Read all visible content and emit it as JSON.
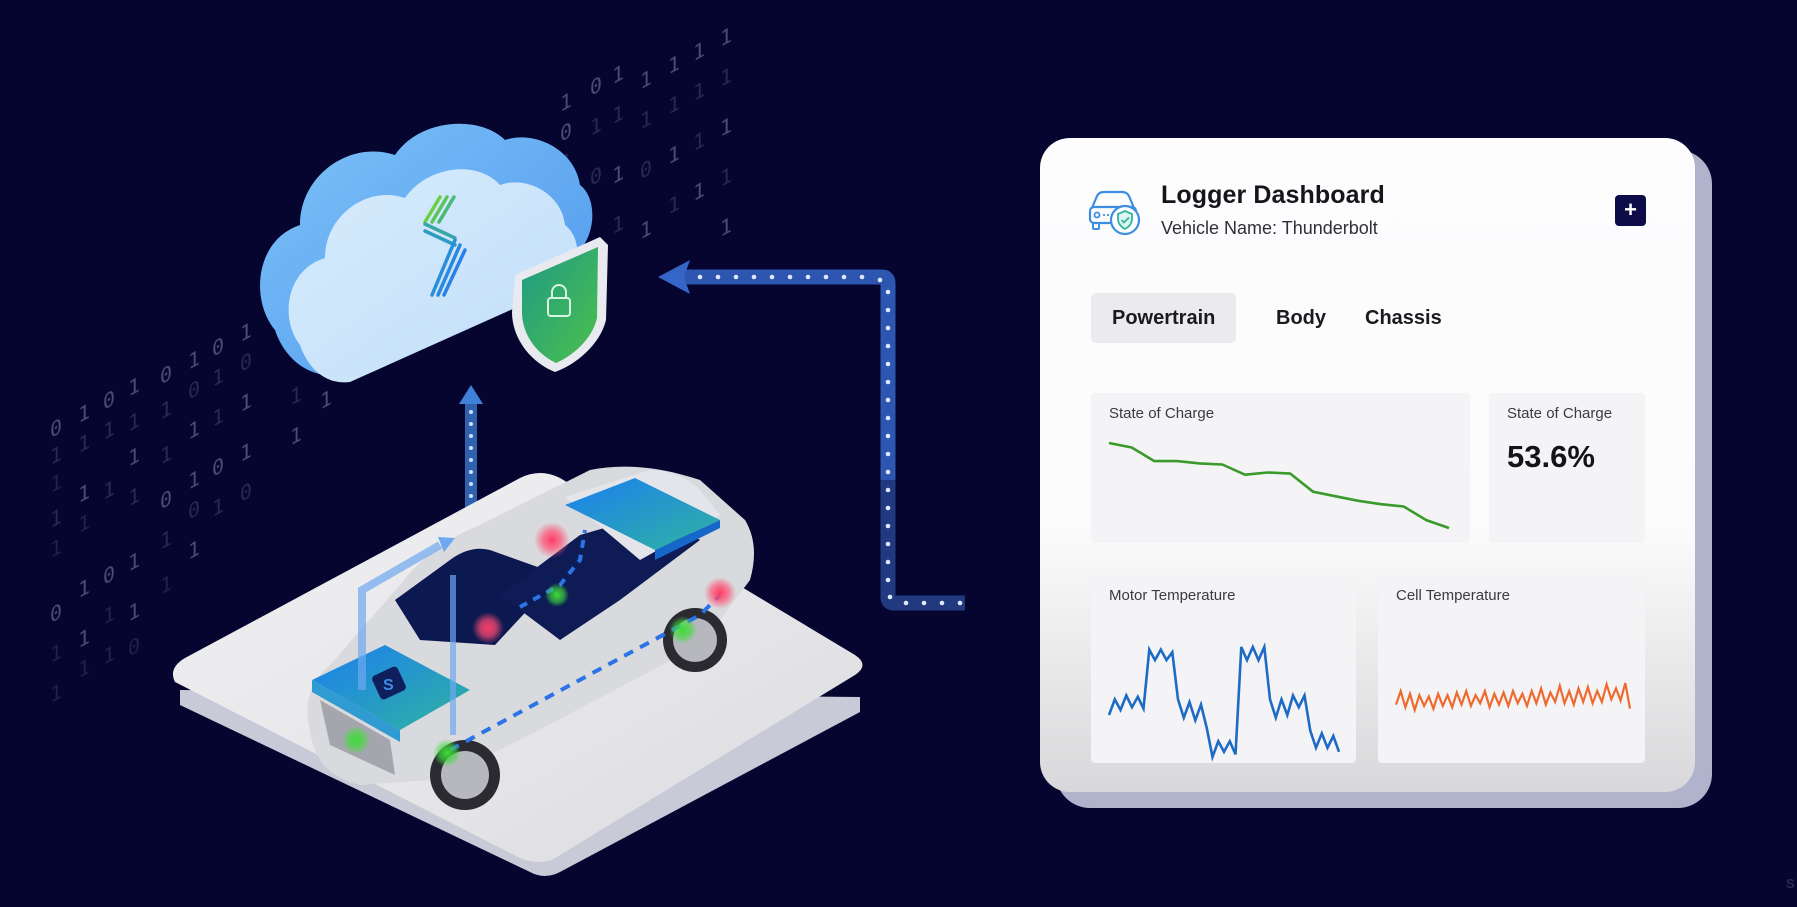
{
  "colors": {
    "background": "#050530",
    "accent_navy": "#0c0c48",
    "soc_line": "#3a9a2a",
    "motor_line": "#1e6bc4",
    "cell_line": "#ef6a2e",
    "connector_blue": "#3565c7"
  },
  "illustration": {
    "cloud_icon": "cloud-icon",
    "shield_icon": "shield-lock-icon",
    "car_icon": "car-icon",
    "binary_digits": [
      "0",
      "1",
      "0",
      "1",
      "1",
      "0",
      "1",
      "0",
      "1",
      "1",
      "1",
      "0",
      "1",
      "1"
    ]
  },
  "dashboard": {
    "title": "Logger Dashboard",
    "subtitle": "Vehicle Name: Thunderbolt",
    "header_icon": "car-shield-icon",
    "add_button_label": "+",
    "tabs": [
      {
        "label": "Powertrain",
        "active": true
      },
      {
        "label": "Body",
        "active": false
      },
      {
        "label": "Chassis",
        "active": false
      }
    ],
    "panels": {
      "soc_chart": {
        "label": "State of Charge"
      },
      "soc_stat": {
        "label": "State of Charge",
        "value": "53.6%"
      },
      "motor_temp": {
        "label": "Motor Temperature"
      },
      "cell_temp": {
        "label": "Cell Temperature"
      }
    }
  },
  "watermark": "S",
  "chart_data": [
    {
      "type": "line",
      "title": "State of Charge",
      "x": [
        0,
        1,
        2,
        3,
        4,
        5,
        6,
        7,
        8,
        9,
        10,
        11,
        12,
        13,
        14,
        15
      ],
      "values": [
        100,
        96,
        84,
        84,
        82,
        81,
        72,
        74,
        73,
        57,
        53,
        49,
        46,
        44,
        32,
        25
      ],
      "xlabel": "",
      "ylabel": "",
      "grid": false,
      "color": "#3a9a2a"
    },
    {
      "type": "line",
      "title": "Motor Temperature",
      "x": [
        0,
        1,
        2,
        3,
        4,
        5,
        6,
        7,
        8,
        9,
        10,
        11,
        12,
        13,
        14,
        15,
        16,
        17,
        18,
        19,
        20,
        21,
        22,
        23,
        24,
        25,
        26,
        27,
        28,
        29,
        30,
        31,
        32,
        33,
        34,
        35,
        36,
        37,
        38,
        39,
        40
      ],
      "values": [
        40,
        52,
        44,
        55,
        46,
        54,
        45,
        90,
        82,
        90,
        82,
        88,
        52,
        38,
        50,
        36,
        48,
        30,
        8,
        20,
        12,
        20,
        10,
        92,
        82,
        92,
        82,
        92,
        52,
        38,
        52,
        40,
        55,
        46,
        55,
        28,
        15,
        26,
        15,
        24,
        12
      ],
      "xlabel": "",
      "ylabel": "",
      "grid": false,
      "color": "#1e6bc4"
    },
    {
      "type": "line",
      "title": "Cell Temperature",
      "x": [
        0,
        1,
        2,
        3,
        4,
        5,
        6,
        7,
        8,
        9,
        10,
        11,
        12,
        13,
        14,
        15,
        16,
        17,
        18,
        19,
        20,
        21,
        22,
        23,
        24,
        25,
        26,
        27,
        28,
        29,
        30,
        31,
        32,
        33,
        34,
        35,
        36,
        37,
        38,
        39,
        40,
        41,
        42,
        43,
        44,
        45,
        46,
        47,
        48,
        49,
        50
      ],
      "values": [
        48,
        58,
        46,
        56,
        44,
        55,
        47,
        54,
        45,
        56,
        47,
        55,
        46,
        57,
        48,
        58,
        47,
        55,
        49,
        58,
        46,
        56,
        48,
        57,
        47,
        58,
        49,
        56,
        47,
        58,
        49,
        60,
        48,
        57,
        50,
        62,
        49,
        58,
        48,
        60,
        50,
        61,
        49,
        58,
        50,
        63,
        52,
        60,
        51,
        64,
        45
      ],
      "xlabel": "",
      "ylabel": "",
      "grid": false,
      "color": "#ef6a2e"
    }
  ]
}
